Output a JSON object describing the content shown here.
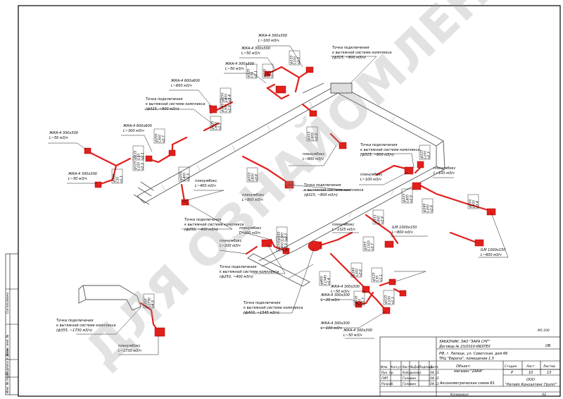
{
  "watermark": "ДЛЯ ОЗНАЙОМЛЕННЯ",
  "scale_note": "М1:100",
  "title_block": {
    "customer": "ЗАКАЗЧИК: ЗАО \"ЗАРА СНГ\"",
    "contract": "Договор № 23/2010-INDITEX",
    "address_1": "РФ, г. Липецк, ул. Советская, дом 66",
    "address_2": "ТРЦ \"Европа\", помещение 1.5",
    "code": "OB",
    "object_label": "Объект:",
    "object_name": "магазин \"ZARA\"",
    "drawing_title": "Аксонометрическая схема В1",
    "company_1": "ООО",
    "company_2": "\"Ритейл Консалтинг Групп\"",
    "stage_header": "Стадия",
    "sheet_header": "Лист",
    "sheets_header": "Листов",
    "stage": "Р",
    "sheet": "10",
    "sheets": "13",
    "roles": [
      {
        "role": "Рук. пр.",
        "name": "Кобдыкова",
        "date": "04.11"
      },
      {
        "role": "ГИП",
        "name": "Головин",
        "date": "04.11"
      },
      {
        "role": "Разраб.",
        "name": "Головин",
        "date": "04.11"
      }
    ],
    "rev_headers": [
      "Изм.",
      "Кол.уч",
      "Лист",
      "№Док",
      "Подпись",
      "Дата"
    ],
    "copied": "Копировал",
    "format": "А2"
  },
  "side_stamp": [
    "Согласовано",
    "Взам. инв. №",
    "Подпись и дата",
    "Инв. № подл."
  ],
  "diagram_labels": [
    {
      "lines": [
        "ЖКА-4 300x300",
        "L~100 м3/ч"
      ]
    },
    {
      "lines": [
        "ЖКА-4 300x300",
        "L~50 м3/ч"
      ]
    },
    {
      "lines": [
        "ЖКА-4 300x300",
        "L~50 м3/ч"
      ]
    },
    {
      "lines": [
        "ЖКА-4 600x600",
        "L~600 м3/ч"
      ]
    },
    {
      "lines": [
        "ЖКА-4 600x600",
        "L~300 м3/ч"
      ]
    },
    {
      "lines": [
        "ЖКА-4 300x300",
        "L~50 м3/ч"
      ]
    },
    {
      "lines": [
        "ЖКА-4 300x300",
        "L~50 м3/ч"
      ]
    },
    {
      "lines": [
        "ЖКА-4 300x300",
        "L~50 м3/ч"
      ]
    },
    {
      "lines": [
        "ЖКА-4 300x300",
        "L~20 м3/ч"
      ]
    },
    {
      "lines": [
        "ЖКА-4 300x300",
        "L~100 м3/ч"
      ]
    },
    {
      "lines": [
        "ЖКА-4 300x300",
        "L~50 м3/ч"
      ]
    },
    {
      "lines": [
        "ILM 1000x150",
        "L~800 м3/ч"
      ]
    },
    {
      "lines": [
        "ILM 1000x150",
        "L~600 м3/ч"
      ]
    },
    {
      "lines": [
        "Точка подключения",
        "к вытяжной системе комплекса",
        "(ф315, ~800 м3/ч)"
      ]
    },
    {
      "lines": [
        "Точка подключения",
        "к вытяжной системе комплекса",
        "(ф315, ~800 м3/ч)"
      ]
    },
    {
      "lines": [
        "Точка подключения",
        "к вытяжной системе комплекса",
        "(ф315, ~800 м3/ч)"
      ]
    },
    {
      "lines": [
        "Точка подключения",
        "к вытяжной системе комплекса",
        "(ф315, ~800 м3/ч)"
      ]
    },
    {
      "lines": [
        "Точка подключения",
        "к вытяжной системе комплекса",
        "(ф250, ~400 м3/ч)"
      ]
    },
    {
      "lines": [
        "Точка подключения",
        "к вытяжной системе комплекса",
        "(ф250, ~400 м3/ч)"
      ]
    },
    {
      "lines": [
        "Точка подключения",
        "к вытяжной системе комплекса",
        "(ф400, ~1545 м3/ч)"
      ]
    },
    {
      "lines": [
        "Точка подключения",
        "к вытяжной системе комплекса",
        "(ф355, ~1730 м3/ч)"
      ]
    },
    {
      "lines": [
        "пленумбокс",
        "L~800 м3/ч"
      ]
    },
    {
      "lines": [
        "пленумбокс",
        "L~100 м3/ч"
      ]
    },
    {
      "lines": [
        "пленумбокс",
        "L~100 м3/ч"
      ]
    },
    {
      "lines": [
        "пленумбокс",
        "L~400 м3/ч"
      ]
    },
    {
      "lines": [
        "пленумбокс",
        "L~800 м3/ч"
      ]
    },
    {
      "lines": [
        "пленумбокс",
        "L~200 м3/ч"
      ]
    },
    {
      "lines": [
        "пленумбокс",
        "L~200 м3/ч"
      ]
    },
    {
      "lines": [
        "пленумбокс",
        "L~1325 м3/ч"
      ]
    },
    {
      "lines": [
        "пленумбокс",
        "L~1730 м3/ч"
      ]
    }
  ],
  "pipe_tags": [
    {
      "lines": [
        "ф125",
        "L100",
        "v2.3"
      ]
    },
    {
      "lines": [
        "ф125",
        "L50",
        "v1.1"
      ]
    },
    {
      "lines": [
        "ф125",
        "L50",
        "v1.1"
      ]
    },
    {
      "lines": [
        "ф250",
        "L600",
        "v3.4"
      ]
    },
    {
      "lines": [
        "ф180",
        "L300",
        "v2.8"
      ]
    },
    {
      "lines": [
        "ф315",
        "L800",
        "v2.9"
      ]
    },
    {
      "lines": [
        "ф200",
        "L300",
        "v2.7"
      ]
    },
    {
      "lines": [
        "ф125",
        "L50",
        "v1.1"
      ]
    },
    {
      "lines": [
        "ф125",
        "L100",
        "v2.3"
      ]
    },
    {
      "lines": [
        "ф125",
        "L50",
        "v1.1"
      ]
    },
    {
      "lines": [
        "ф250",
        "L400",
        "v2.3"
      ]
    },
    {
      "lines": [
        "ф315",
        "L800",
        "v2.9"
      ]
    },
    {
      "lines": [
        "ф315",
        "L800",
        "v2.9"
      ]
    },
    {
      "lines": [
        "ф125",
        "L100",
        "v2.3"
      ]
    },
    {
      "lines": [
        "ф315",
        "L800",
        "v2.9"
      ]
    },
    {
      "lines": [
        "ф160",
        "L200",
        "v2.8"
      ]
    },
    {
      "lines": [
        "ф250",
        "L600",
        "v3.4"
      ]
    },
    {
      "lines": [
        "ф315",
        "L800",
        "v2.9"
      ]
    },
    {
      "lines": [
        "ф180",
        "L200",
        "v2.3"
      ]
    },
    {
      "lines": [
        "ф250",
        "L400",
        "v2.3"
      ]
    },
    {
      "lines": [
        "ф355",
        "L1325",
        "v3.7"
      ]
    },
    {
      "lines": [
        "ф160",
        "L200",
        "v2.8"
      ]
    },
    {
      "lines": [
        "ф400",
        "L1545",
        "v3.4"
      ]
    },
    {
      "lines": [
        "ф125",
        "L50",
        "v1.1"
      ]
    },
    {
      "lines": [
        "ф100",
        "L20",
        "v0.7"
      ]
    },
    {
      "lines": [
        "ф125",
        "L100",
        "v2.3"
      ]
    },
    {
      "lines": [
        "ф355",
        "L1730",
        "v4.9"
      ]
    }
  ]
}
